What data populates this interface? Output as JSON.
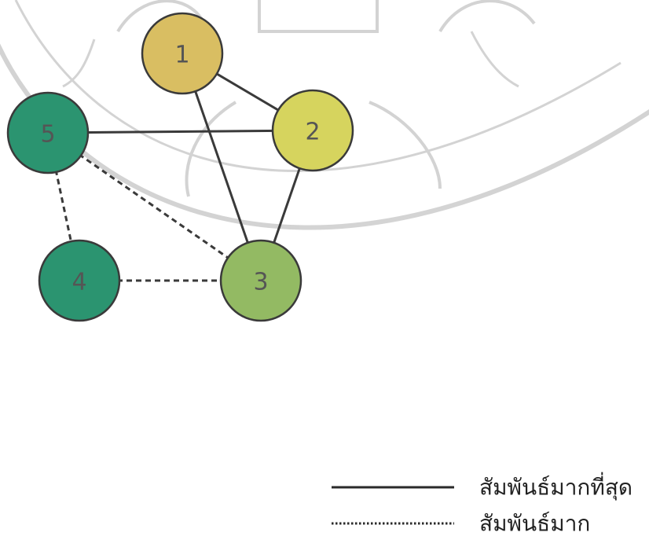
{
  "nodes": [
    {
      "id": "1",
      "label": "1",
      "color": "#D9BE62"
    },
    {
      "id": "2",
      "label": "2",
      "color": "#D6D45E"
    },
    {
      "id": "3",
      "label": "3",
      "color": "#93BA63"
    },
    {
      "id": "4",
      "label": "4",
      "color": "#2B9470"
    },
    {
      "id": "5",
      "label": "5",
      "color": "#2B9470"
    }
  ],
  "edges": [
    {
      "from": "1",
      "to": "2",
      "style": "solid"
    },
    {
      "from": "1",
      "to": "3",
      "style": "solid"
    },
    {
      "from": "5",
      "to": "2",
      "style": "solid"
    },
    {
      "from": "2",
      "to": "3",
      "style": "solid"
    },
    {
      "from": "5",
      "to": "3",
      "style": "dashed"
    },
    {
      "from": "5",
      "to": "4",
      "style": "dashed"
    },
    {
      "from": "4",
      "to": "3",
      "style": "dashed"
    }
  ],
  "legend": {
    "solid_label": "สัมพันธ์มากที่สุด",
    "dashed_label": "สัมพันธ์มาก"
  },
  "colors": {
    "edge": "#3a3a3a",
    "node_stroke": "#3a3a3a",
    "watermark": "#c9c9c9"
  }
}
